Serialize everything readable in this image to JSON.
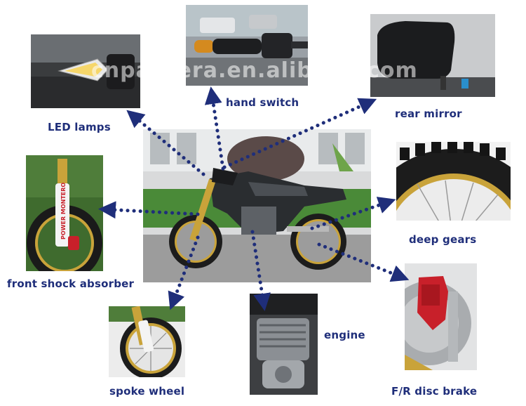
{
  "labels": {
    "led_lamps": "LED lamps",
    "hand_switch": "hand switch",
    "rear_mirror": "rear mirror",
    "deep_gears": "deep gears",
    "front_shock_absorber": "front shock absorber",
    "engine": "engine",
    "spoke_wheel": "spoke wheel",
    "fr_disc_brake": "F/R disc brake"
  },
  "fork_sticker_text": "POWER MONTERO",
  "watermark_text": "cnpantera.en.alibaba.com",
  "colors": {
    "label_text": "#1f2e7a",
    "arrow_dots": "#1f2e7a",
    "bike_body": "#2a2d30",
    "rim_gold": "#c9a33a",
    "brake_red": "#c8202a"
  }
}
